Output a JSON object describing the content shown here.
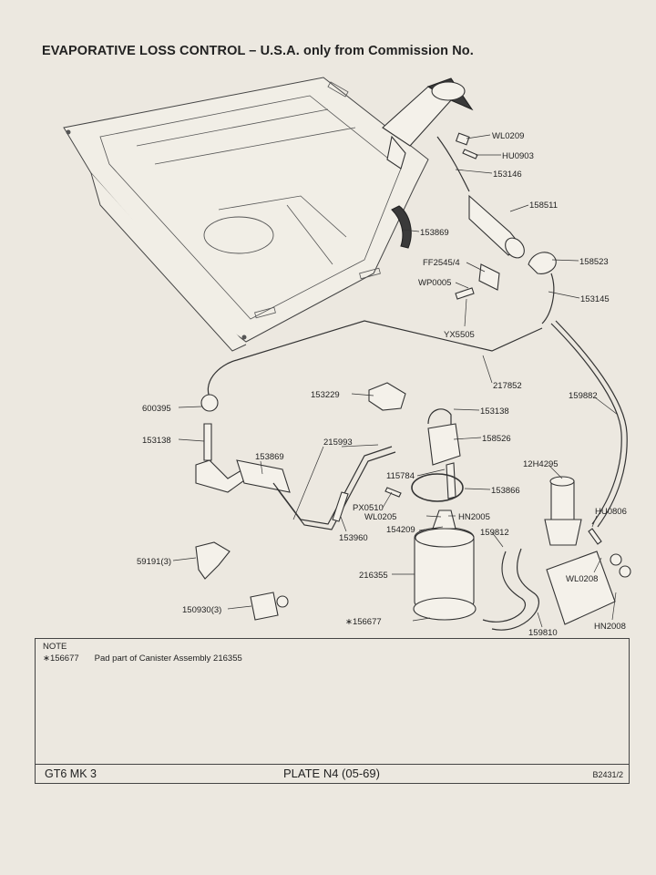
{
  "title": "EVAPORATIVE LOSS CONTROL – U.S.A. only from Commission No.",
  "callouts": {
    "wl0209": "WL0209",
    "hu0903": "HU0903",
    "p153146": "153146",
    "p158511": "158511",
    "p153869a": "153869",
    "ff2545": "FF2545/4",
    "p158523": "158523",
    "wp0005": "WP0005",
    "p153145": "153145",
    "yx5505": "YX5505",
    "p217852": "217852",
    "p159882": "159882",
    "p153229": "153229",
    "p153138a": "153138",
    "p600395": "600395",
    "p158526": "158526",
    "p153138b": "153138",
    "p215993": "215993",
    "p153869b": "153869",
    "p115784": "115784",
    "p153866": "153866",
    "p12h4295": "12H4295",
    "hu0806": "HU0806",
    "px0510": "PX0510",
    "wl0205": "WL0205",
    "hn2005": "HN2005",
    "p153960": "153960",
    "p154209": "154209",
    "p159812": "159812",
    "p59191": "59191(3)",
    "p216355": "216355",
    "wl0208": "WL0208",
    "p150930": "150930(3)",
    "p156677": "∗156677",
    "p159810": "159810",
    "hn2008": "HN2008"
  },
  "note": {
    "heading": "NOTE",
    "ref": "∗156677",
    "text": "Pad part of Canister Assembly 216355"
  },
  "footer": {
    "model": "GT6 MK 3",
    "plate": "PLATE N4 (05-69)",
    "code": "B2431/2"
  }
}
